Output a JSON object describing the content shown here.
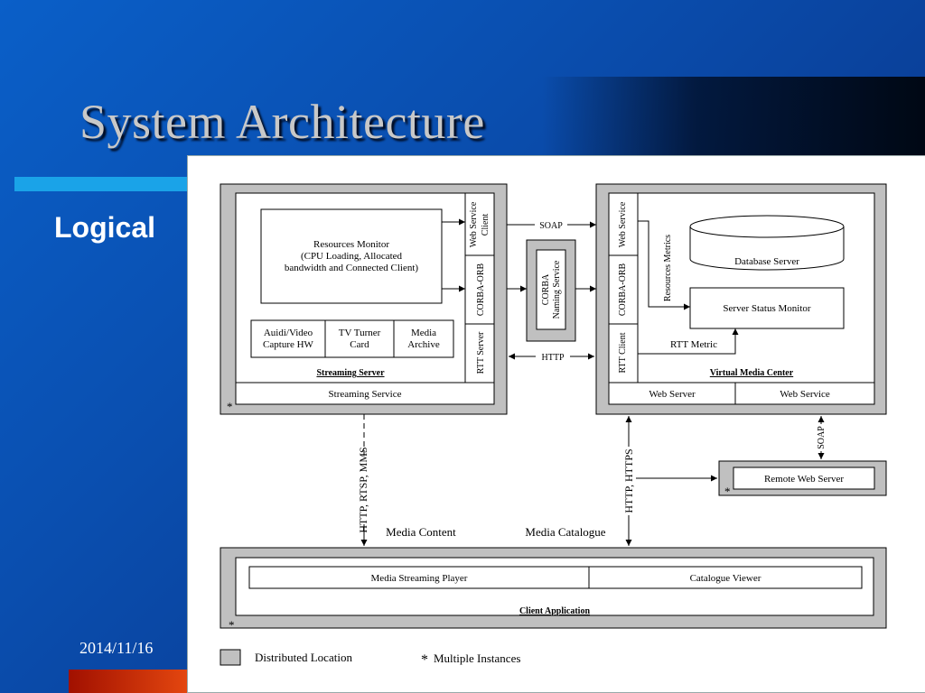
{
  "slide": {
    "title": "System Architecture",
    "subtitle": "Logical",
    "date": "2014/11/16"
  },
  "diagram": {
    "streaming_server": {
      "label": "Streaming Server",
      "resources_monitor": [
        "Resources Monitor",
        "(CPU Loading, Allocated",
        "bandwidth and Connected Client)"
      ],
      "web_service_client": [
        "Web Service",
        "Client"
      ],
      "corba_orb": "CORBA-ORB",
      "rtt_server": "RTT Server",
      "av_capture": [
        "Auidi/Video",
        "Capture HW"
      ],
      "tv_turner": [
        "TV Turner",
        "Card"
      ],
      "media_archive": [
        "Media",
        "Archive"
      ],
      "streaming_service": "Streaming Service",
      "instances_mark": "*"
    },
    "corba_naming": [
      "CORBA",
      "Naming Service"
    ],
    "virtual_media_center": {
      "label": "Virtual Media Center",
      "web_service": "Web Service",
      "corba_orb": "CORBA-ORB",
      "rtt_client": "RTT Client",
      "database_server": "Database Server",
      "resources_metrics": "Resources Metrics",
      "server_status_monitor": "Server Status Monitor",
      "rtt_metric": "RTT Metric",
      "web_server": "Web Server",
      "web_service_bottom": "Web Service"
    },
    "remote_web_server": {
      "label": "Remote Web Server",
      "instances_mark": "*"
    },
    "client_application": {
      "label": "Client Application",
      "media_streaming_player": "Media Streaming Player",
      "catalogue_viewer": "Catalogue Viewer",
      "instances_mark": "*"
    },
    "connections": {
      "soap": "SOAP",
      "http": "HTTP",
      "http_rtsp_mms": "HTTP, RTSP, MMS",
      "http_https": "HTTP, HTTPS",
      "soap_vertical": "SOAP",
      "media_content": "Media Content",
      "media_catalogue": "Media Catalogue"
    },
    "legend": {
      "distributed_location": "Distributed Location",
      "star": "*",
      "multiple_instances": "Multiple Instances"
    }
  },
  "colors": {
    "location_fill": "#c0c0c0",
    "background": "#0a4fb0",
    "accent_cyan": "#1aa3e8",
    "accent_orange": "#e84a10"
  }
}
